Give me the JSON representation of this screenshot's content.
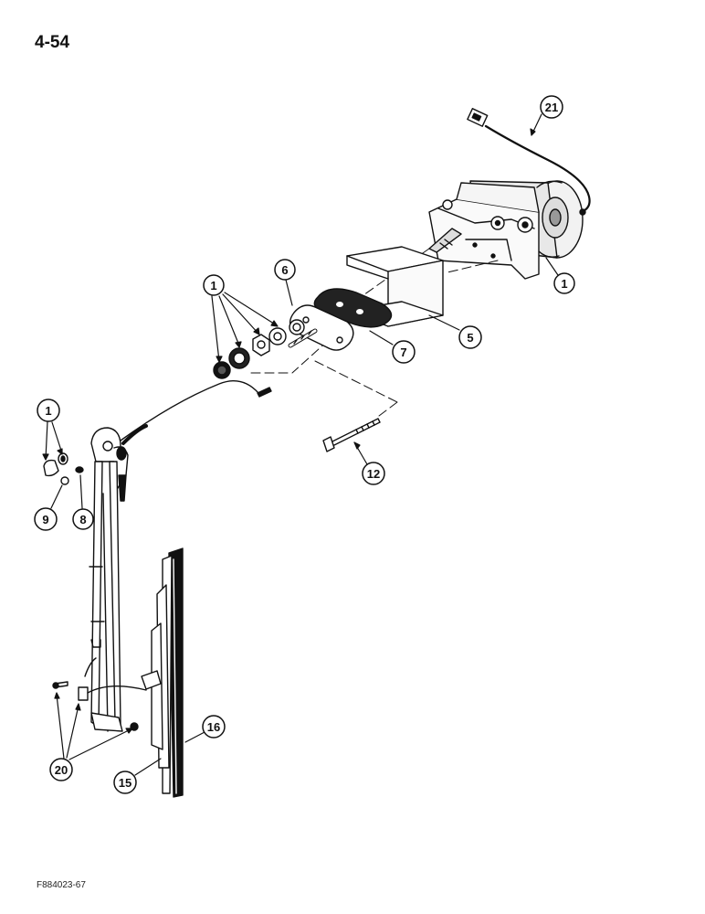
{
  "page": {
    "number": "4-54",
    "figure_code": "F884023-67"
  },
  "callouts": {
    "c21": "21",
    "c1_motor": "1",
    "c6": "6",
    "c1_nuts": "1",
    "c5": "5",
    "c7": "7",
    "c12": "12",
    "c1_cap": "1",
    "c9": "9",
    "c8": "8",
    "c16": "16",
    "c15": "15",
    "c20": "20"
  },
  "parts": [
    "wiper-motor",
    "motor-bracket",
    "wire-lead",
    "connector",
    "mounting-plate",
    "gasket",
    "spacer-channel",
    "bolt",
    "nut-set",
    "wiper-arm",
    "wiper-blade",
    "blade-adapter",
    "screws"
  ]
}
